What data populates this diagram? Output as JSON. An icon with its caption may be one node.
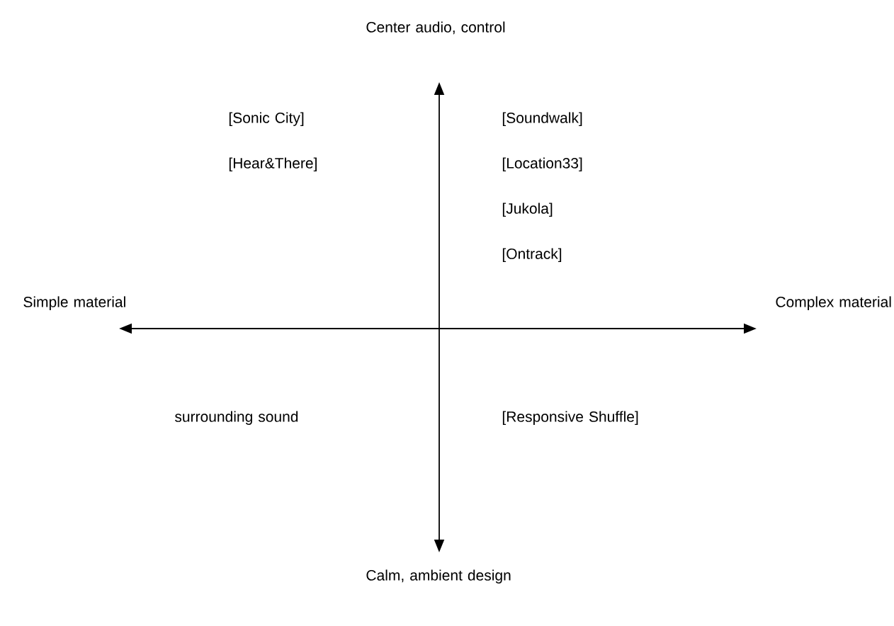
{
  "diagram": {
    "labels": [
      "Center audio, control",
      "[Sonic City]",
      "[Soundwalk]",
      "[Hear&There]",
      "[Location33]",
      "[Jukola]",
      "[Ontrack]",
      "Simple material",
      "Complex material",
      "surrounding sound",
      "[Responsive Shuffle]",
      "Calm, ambient design"
    ]
  }
}
